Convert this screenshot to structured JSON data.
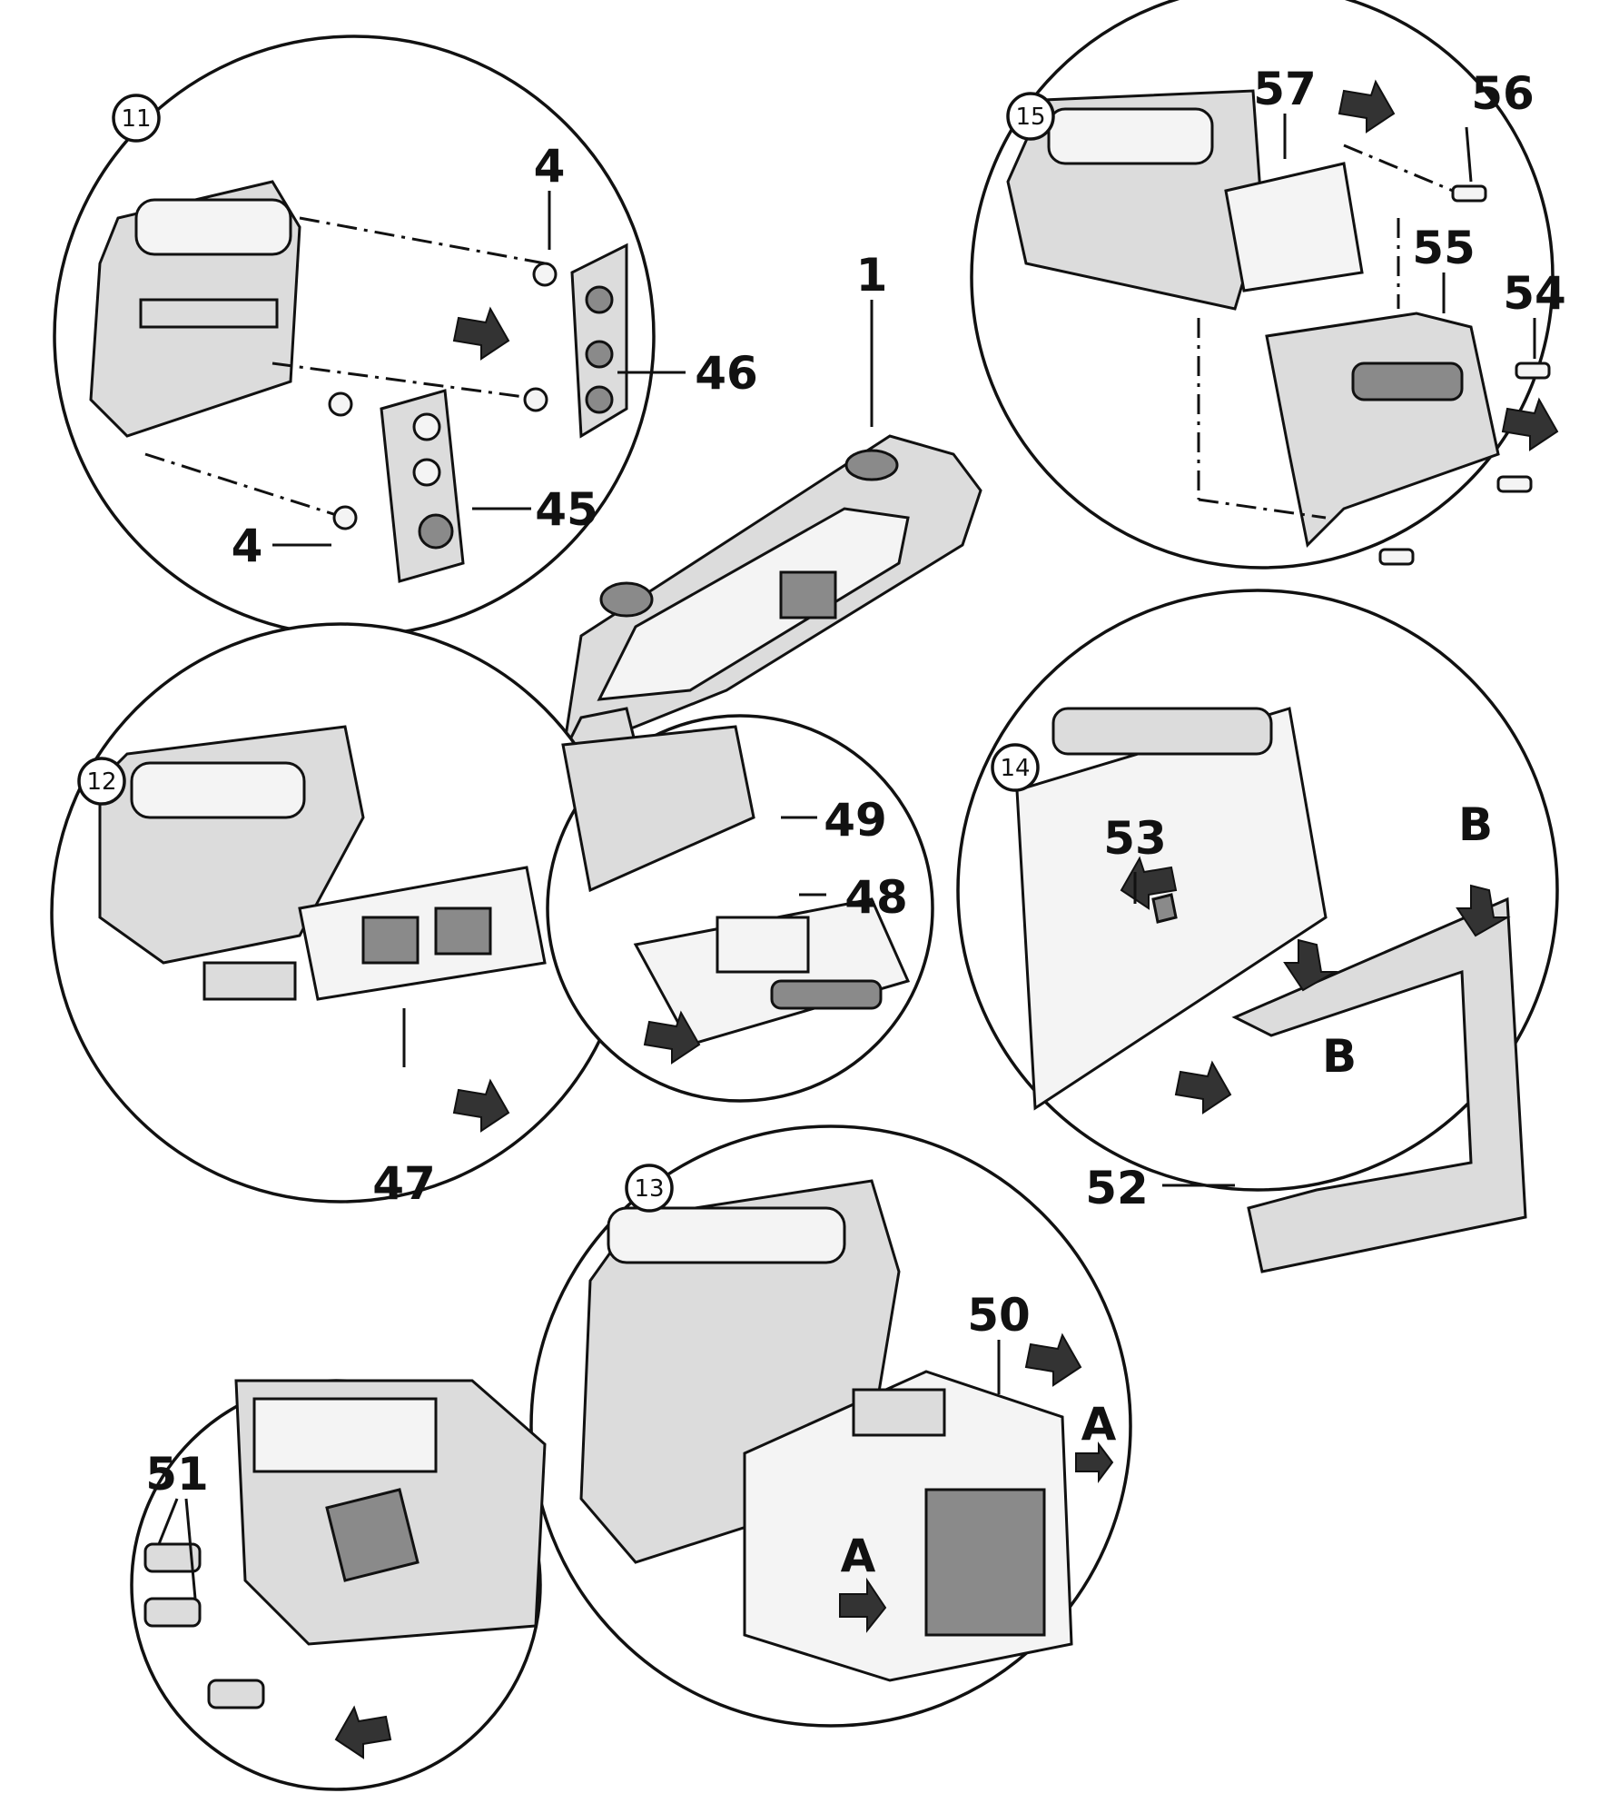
{
  "detail_markers": [
    "11",
    "12",
    "13",
    "14",
    "15"
  ],
  "part_labels": {
    "p1": "1",
    "p4a": "4",
    "p4b": "4",
    "p45": "45",
    "p46": "46",
    "p47": "47",
    "p48": "48",
    "p49": "49",
    "p50": "50",
    "p51": "51",
    "p52": "52",
    "p53": "53",
    "p54": "54",
    "p55": "55",
    "p56": "56",
    "p57": "57",
    "A1": "A",
    "A2": "A",
    "B1": "B",
    "B2": "B"
  }
}
